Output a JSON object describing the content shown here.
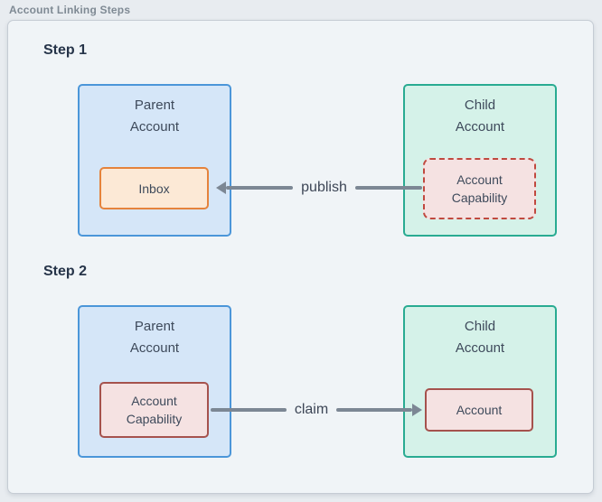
{
  "diagram": {
    "title": "Account Linking Steps"
  },
  "colors": {
    "page_bg": "#e8ecf0",
    "panel_bg": "#f0f4f7",
    "panel_border": "#c5ccd4",
    "parent_node_fill": "#d5e6f8",
    "parent_node_border": "#4b96d9",
    "child_node_fill": "#d5f2e9",
    "child_node_border": "#29ab92",
    "inbox_fill": "#fce9d6",
    "inbox_border": "#e5833c",
    "capability_fill": "#f5e2e2",
    "capability_border_dashed": "#c0493f",
    "capability_border_solid": "#a5524d",
    "arrow": "#7c8794",
    "text": "#3e4a5b"
  },
  "steps": [
    {
      "label": "Step 1",
      "parent": {
        "title": "Parent\nAccount",
        "inner": "Inbox"
      },
      "child": {
        "title": "Child\nAccount",
        "inner": "Account\nCapability"
      },
      "arrow": {
        "label": "publish",
        "direction": "right-to-left"
      }
    },
    {
      "label": "Step 2",
      "parent": {
        "title": "Parent\nAccount",
        "inner": "Account\nCapability"
      },
      "child": {
        "title": "Child\nAccount",
        "inner": "Account"
      },
      "arrow": {
        "label": "claim",
        "direction": "left-to-right"
      }
    }
  ]
}
